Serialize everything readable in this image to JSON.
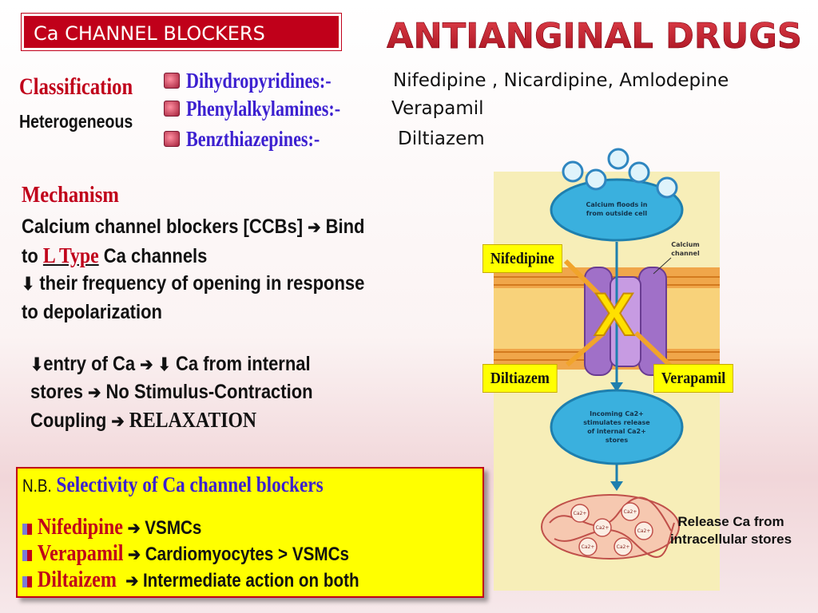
{
  "header": {
    "topic": "Ca CHANNEL BLOCKERS",
    "title": "ANTIANGINAL DRUGS"
  },
  "classification": {
    "heading": "Classification",
    "subheading": "Heterogeneous",
    "groups": [
      {
        "label": "Dihydropyridines:-",
        "drugs": "Nifedipine , Nicardipine, Amlodepine"
      },
      {
        "label": "Phenylalkylamines:-",
        "drugs": "Verapamil"
      },
      {
        "label": "Benzthiazepines:-",
        "drugs": "Diltiazem"
      }
    ]
  },
  "mechanism": {
    "heading": "Mechanism",
    "line1": "Calcium channel blockers [CCBs]",
    "line1_tail": "Bind",
    "line2_pre": "to",
    "line2_ltype": "L Type",
    "line2_post": "Ca  channels",
    "line3": "their  frequency of opening in response",
    "line4": "to depolarization",
    "effect1_a": "entry of Ca",
    "effect1_b": "Ca from internal",
    "effect2_a": "stores",
    "effect2_b": "No Stimulus-Contraction",
    "effect3_a": "Coupling",
    "effect3_b": "RELAXATION"
  },
  "nb": {
    "prefix": "N.B.",
    "heading": "Selectivity of Ca channel blockers",
    "items": [
      {
        "drug": "Nifedipine",
        "target": "VSMCs"
      },
      {
        "drug": "Verapamil",
        "target": "Cardiomyocytes > VSMCs"
      },
      {
        "drug": "Diltaizem",
        "target": "Intermediate action on both"
      }
    ]
  },
  "figure": {
    "top_bubble": "Calcium floods in from outside cell",
    "channel_label": "Calcium channel",
    "bottom_bubble": "Incoming Ca2+ stimulates release of internal Ca2+ stores",
    "block_mark": "X",
    "ion": "Ca2+",
    "tags": {
      "nifedipine": "Nifedipine",
      "diltiazem": "Diltiazem",
      "verapamil": "Verapamil"
    },
    "caption": "Release Ca from intracellular stores"
  },
  "colors": {
    "accent_red": "#c0001a",
    "label_blue": "#3b1fd0",
    "highlight_yellow": "#ffff00",
    "figure_bg": "#f7eeb8",
    "bubble_blue": "#3ab0de",
    "channel_purple": "#a070c8"
  },
  "icons": {
    "arrow_right": "➔",
    "arrow_down": "⬇"
  }
}
